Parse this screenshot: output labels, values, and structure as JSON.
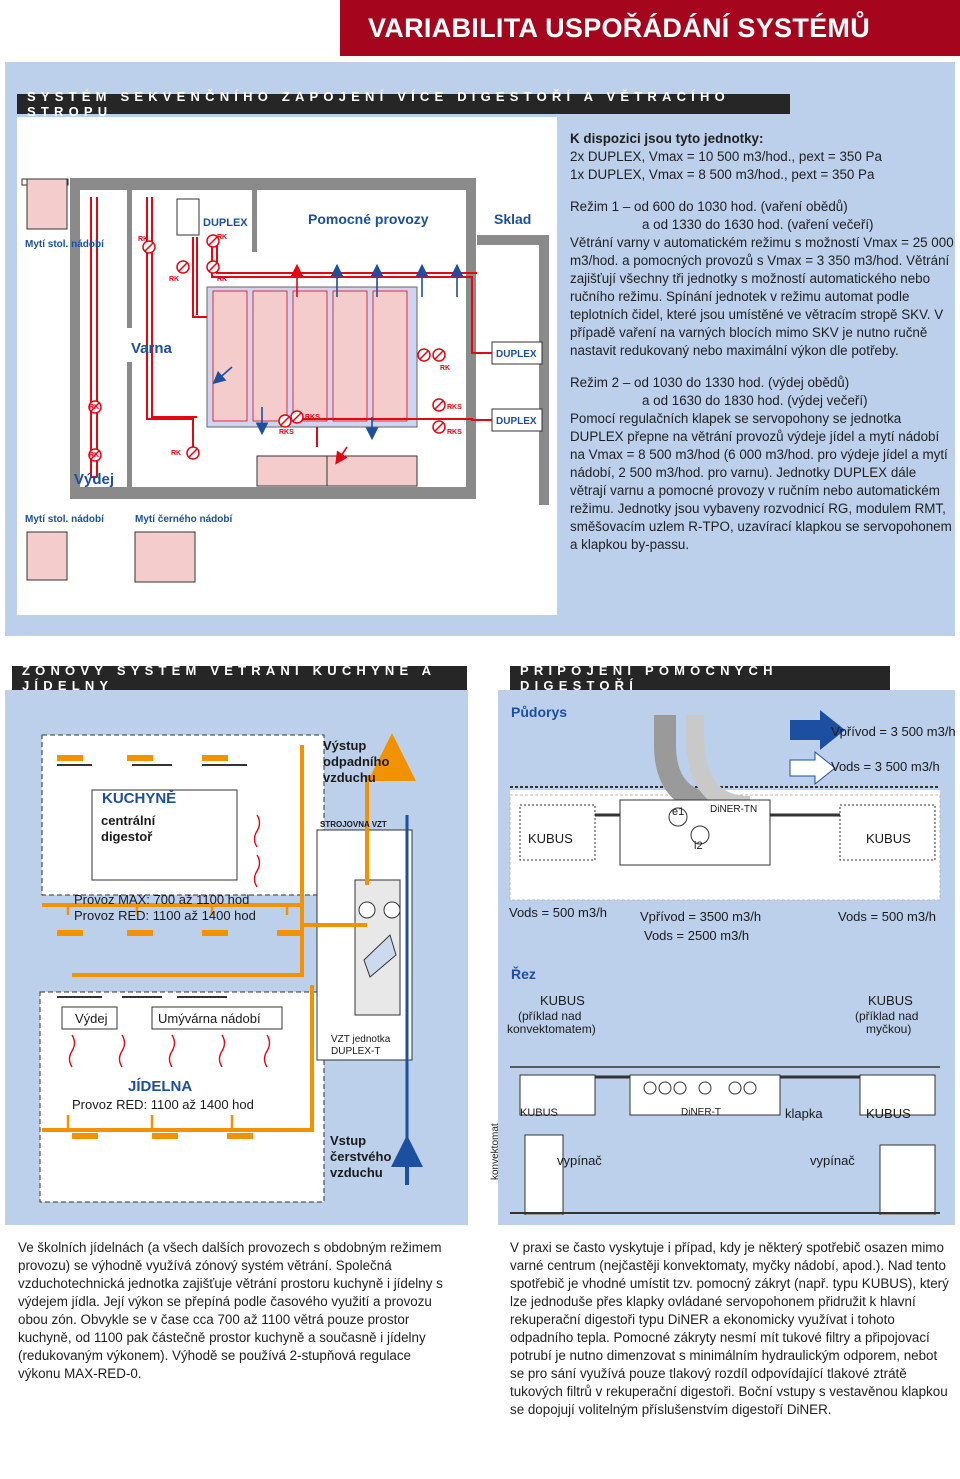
{
  "header": {
    "title": "VARIABILITA USPOŘÁDÁNÍ SYSTÉMŮ"
  },
  "section1": {
    "title": "SYSTÉM SEKVENČNÍHO ZAPOJENÍ VÍCE DIGESTOŘÍ A VĚTRACÍHO STROPU",
    "plan_labels": {
      "myti_stol_top": "Mytí stol. nádobí",
      "myti_stol_bottom": "Mytí stol. nádobí",
      "myti_cerneho": "Mytí černého nádobí",
      "duplex_top": "DUPLEX",
      "pomocne": "Pomocné provozy",
      "sklad": "Sklad",
      "varna": "Varna",
      "vydej": "Výdej",
      "duplex_1": "DUPLEX",
      "duplex_2": "DUPLEX",
      "rk": "RK",
      "rks": "RKS"
    },
    "intro_heading": "K dispozici jsou tyto jednotky:",
    "unit_1": "2x DUPLEX, Vmax = 10 500 m3/hod., pext = 350 Pa",
    "unit_2": "1x DUPLEX, Vmax = 8 500 m3/hod., pext = 350 Pa",
    "rezim1_line1": "Režim 1 – od 600 do 1030 hod. (vaření obědů)",
    "rezim1_line2": "a od 1330 do 1630 hod. (vaření večeří)",
    "rezim1_text": "Větrání varny v automatickém režimu s možností Vmax = 25 000 m3/hod. a pomocných provozů s Vmax = 3 350 m3/hod. Větrání zajišťují všechny tři jednotky s možností automatického nebo ručního režimu. Spínání jednotek v režimu automat podle teplotních čidel, které jsou umístěné ve větracím stropě SKV. V případě vaření na varných blocích mimo SKV je nutno ručně nastavit redukovaný nebo maximální výkon dle potřeby.",
    "rezim2_line1": "Režim 2 – od 1030 do 1330 hod. (výdej obědů)",
    "rezim2_line2": "a od 1630 do 1830 hod. (výdej večeří)",
    "rezim2_text": "Pomocí regulačních klapek se servopohony se jednotka DUPLEX přepne na větrání provozů výdeje jídel a mytí nádobí na Vmax = 8 500 m3/hod (6 000 m3/hod. pro výdeje jídel a mytí nádobí, 2 500 m3/hod. pro varnu). Jednotky DUPLEX dále větrají varnu a pomocné provozy v ručním nebo automatickém režimu. Jednotky jsou vybaveny rozvodnicí RG, modulem RMT, směšovacím uzlem R-TPO, uzavírací klapkou se servopohonem a klapkou by-passu."
  },
  "section2": {
    "title": "ZÓNOVÝ SYSTÉM VĚTRÁNÍ KUCHYNĚ A JÍDELNY",
    "kuchyne": "KUCHYNĚ",
    "centralni": "centrální",
    "digestor": "digestoř",
    "provoz_max": "Provoz MAX: 700 až 1100 hod",
    "provoz_red": "Provoz RED: 1100 až 1400 hod",
    "vystup_1": "Výstup",
    "vystup_2": "odpadního",
    "vystup_3": "vzduchu",
    "strojovna": "STROJOVNA VZT",
    "vydej": "Výdej",
    "umyvarna": "Umývárna nádobí",
    "vzt_1": "VZT jednotka",
    "vzt_2": "DUPLEX-T",
    "jidelna": "JÍDELNA",
    "jidelna_provoz": "Provoz RED: 1100 až 1400 hod",
    "vstup_1": "Vstup",
    "vstup_2": "čerstvého",
    "vstup_3": "vzduchu",
    "text": "Ve školních jídelnách (a všech dalších provozech s obdobným režimem provozu) se výhodně využívá zónový systém větrání. Společná vzduchotechnická jednotka zajišťuje větrání prostoru kuchyně i jídelny s výdejem jídla. Její výkon se přepíná podle časového využití a provozu obou zón. Obvykle se v čase cca 700 až 1100 větrá pouze prostor kuchyně, od 1100 pak částečně prostor kuchyně a současně i jídelny (redukovaným výkonem). Výhodě se používá 2-stupňová regulace výkonu MAX-RED-0."
  },
  "section3": {
    "title": "PŘIPOJENÍ POMOCNÝCH DIGESTOŘÍ",
    "pudorys": "Půdorys",
    "v_privod_top": "Vpřívod = 3 500 m3/h",
    "v_ods_top": "Vods = 3 500 m3/h",
    "kubus_l": "KUBUS",
    "kubus_r": "KUBUS",
    "diner_tn": "DiNER-TN",
    "e1": "e1",
    "i2": "i2",
    "v_ods_l": "Vods = 500 m3/h",
    "v_privod_mid": "Vpřívod = 3500 m3/h",
    "v_ods_mid": "Vods = 2500 m3/h",
    "v_ods_r": "Vods = 500 m3/h",
    "rez": "Řez",
    "kubus_konv": "KUBUS",
    "priklad_konv_1": "(příklad nad",
    "priklad_konv_2": "konvektomatem)",
    "kubus_myc": "KUBUS",
    "priklad_myc_1": "(příklad nad",
    "priklad_myc_2": "myčkou)",
    "kubus_s1": "KUBUS",
    "diner_t": "DiNER-T",
    "klapka": "klapka",
    "kubus_s2": "KUBUS",
    "vypinac_1": "vypínač",
    "vypinac_2": "vypínač",
    "konvektomat": "konvektomat",
    "text": "V praxi se často vyskytuje i případ, kdy je některý spotřebič osazen mimo varné centrum (nejčastěji konvektomaty, myčky nádobí, apod.). Nad tento spotřebič je vhodné umístit tzv. pomocný zákryt (např. typu KUBUS), který lze jednoduše přes klapky ovládané servopohonem přidružit k hlavní rekuperační digestoři typu DiNER a ekonomicky využívat i tohoto odpadního tepla. Pomocné zákryty nesmí mít tukové filtry a připojovací potrubí je nutno dimenzovat s minimálním hydraulickým odporem, nebot se pro sání využívá pouze tlakový rozdíl odpovídající tlakové ztrátě tukových filtrů v rekuperační digestoři. Boční vstupy s vestavěnou klapkou se dopojují volitelným příslušenstvím digestoří DiNER."
  },
  "colors": {
    "red": "#e30613",
    "blue": "#1d4fa0",
    "orange": "#f39200",
    "panel": "#bcd0eb",
    "header_red": "#a5051d"
  }
}
